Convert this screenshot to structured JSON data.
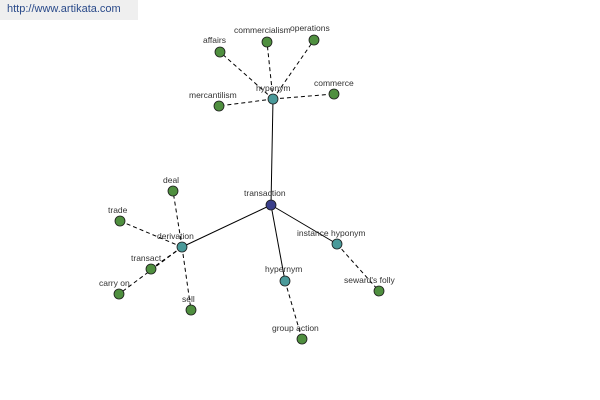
{
  "source_url": "http://www.artikata.com",
  "colors": {
    "root": "#3a3f8a",
    "relation": "#4a9a9a",
    "leaf": "#4f8f3f"
  },
  "nodes": {
    "transaction": "transaction",
    "hyponym": "hyponym",
    "derivation": "derivation",
    "hypernym": "hypernym",
    "instance_hyponym": "instance hyponym",
    "affairs": "affairs",
    "commercialism": "commercialism",
    "operations": "operations",
    "mercantilism": "mercantilism",
    "commerce": "commerce",
    "deal": "deal",
    "trade": "trade",
    "transact": "transact",
    "carry_on": "carry on",
    "sell": "sell",
    "group_action": "group action",
    "sewards_folly": "seward's folly"
  }
}
